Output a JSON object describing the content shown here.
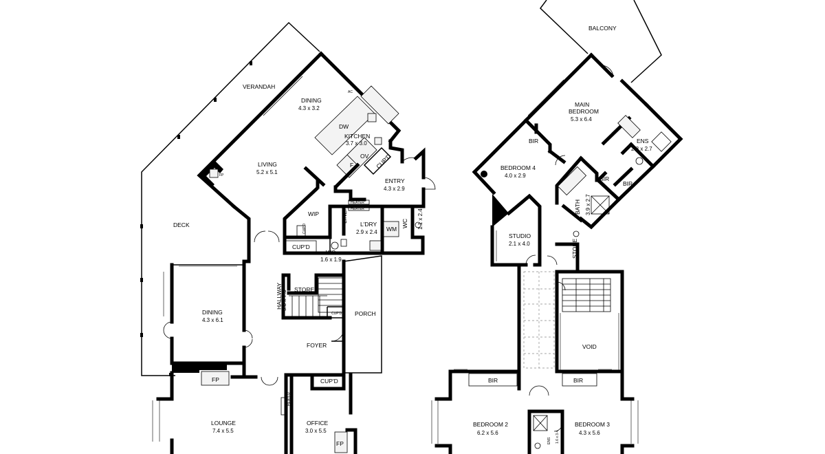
{
  "ground_floor": {
    "rooms": [
      {
        "key": "verandah",
        "name": "VERANDAH",
        "size": ""
      },
      {
        "key": "dining_upper",
        "name": "DINING",
        "size": "4.3 x 3.2"
      },
      {
        "key": "kitchen",
        "name": "KITCHEN",
        "size": "3.7 x 3.0"
      },
      {
        "key": "living",
        "name": "LIVING",
        "size": "5.2 x 5.1"
      },
      {
        "key": "entry",
        "name": "ENTRY",
        "size": "4.3 x 2.9"
      },
      {
        "key": "deck",
        "name": "DECK",
        "size": ""
      },
      {
        "key": "wip",
        "name": "WIP",
        "size": ""
      },
      {
        "key": "linen",
        "name": "LINEN",
        "size": ""
      },
      {
        "key": "laundry",
        "name": "L'DRY",
        "size": "2.9 x 2.4"
      },
      {
        "key": "wc_small",
        "name": "WC",
        "size": "1.1 x 2.4"
      },
      {
        "key": "wc",
        "name": "WC",
        "size": "1.6 x 1.9"
      },
      {
        "key": "dining_lower",
        "name": "DINING",
        "size": "4.3 x 6.1"
      },
      {
        "key": "hallway",
        "name": "HALLWAY",
        "size": "5.3 x 7.5"
      },
      {
        "key": "porch",
        "name": "PORCH",
        "size": ""
      },
      {
        "key": "foyer",
        "name": "FOYER",
        "size": ""
      },
      {
        "key": "lounge",
        "name": "LOUNGE",
        "size": "7.4 x 5.5"
      },
      {
        "key": "office",
        "name": "OFFICE",
        "size": "3.0 x 5.5"
      }
    ],
    "fixtures": {
      "dw": "DW",
      "ov": "OV",
      "f": "F",
      "ac": "AC",
      "fp_living": "FP",
      "cupd_kitchen": "CUP'D",
      "heater_1": "HEATER",
      "heater_2": "HEATER",
      "wm": "WM",
      "cupd_wip": "CUP'D",
      "cupd_hall": "CUP'D",
      "store": "STORE",
      "cupd_stair": "CUP'D",
      "cupd_office": "CUP'D",
      "fp_lounge": "FP",
      "heater_office": "HEATER",
      "fp_office": "FP"
    }
  },
  "upper_floor": {
    "rooms": [
      {
        "key": "balcony",
        "name": "BALCONY",
        "size": ""
      },
      {
        "key": "main_bedroom",
        "name": "MAIN BEDROOM",
        "name_line1": "MAIN",
        "name_line2": "BEDROOM",
        "size": "5.3 x 6.4"
      },
      {
        "key": "ens_main",
        "name": "ENS",
        "size": "2.8 x 2.7"
      },
      {
        "key": "bedroom4",
        "name": "BEDROOM 4",
        "size": "4.0 x 2.9"
      },
      {
        "key": "studio",
        "name": "STUDIO",
        "size": "2.1 x 4.0"
      },
      {
        "key": "bath",
        "name": "BATH",
        "size": "3.9 x 2.7"
      },
      {
        "key": "store",
        "name": "STORE",
        "size": ""
      },
      {
        "key": "void",
        "name": "VOID",
        "size": ""
      },
      {
        "key": "bedroom2",
        "name": "BEDROOM 2",
        "size": "6.2 x 5.6"
      },
      {
        "key": "bedroom3",
        "name": "BEDROOM 3",
        "size": "4.3 x 5.6"
      },
      {
        "key": "ens_small",
        "name": "ENS",
        "size": "1.6 x 3.4"
      }
    ],
    "fixtures": {
      "bir_main": "BIR",
      "bir_ens_1": "BIR",
      "bir_ens_2": "BIR",
      "bir_bed2": "BIR",
      "bir_bed3": "BIR"
    }
  }
}
